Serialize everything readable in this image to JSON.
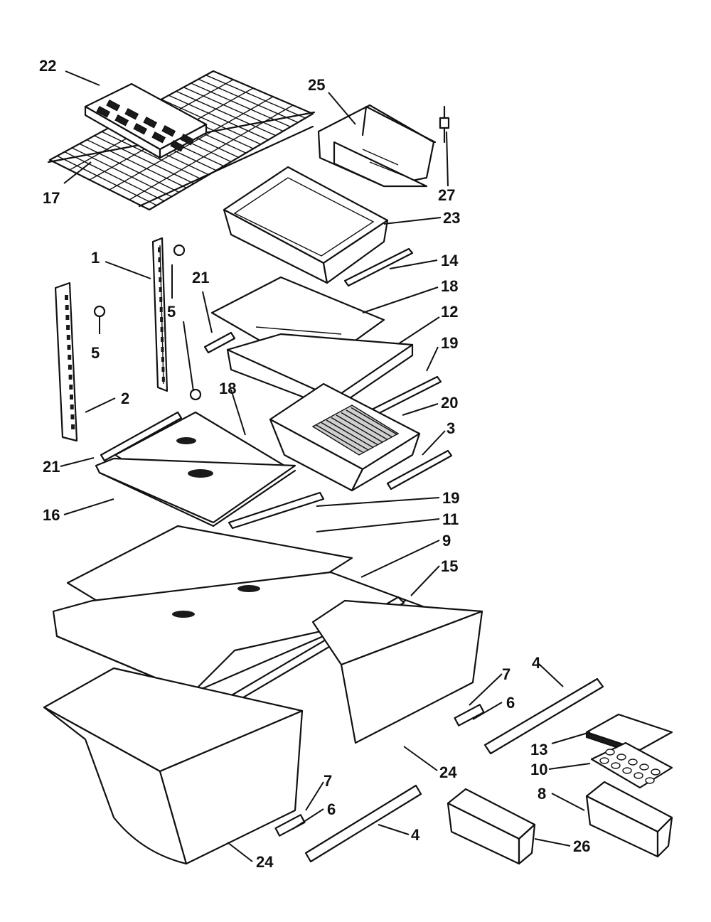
{
  "diagram": {
    "colors": {
      "ink": "#111111",
      "paper": "#ffffff",
      "shade": "#cfcfcf"
    },
    "callouts": [
      {
        "id": "c22",
        "label": "22"
      },
      {
        "id": "c17",
        "label": "17"
      },
      {
        "id": "c25",
        "label": "25"
      },
      {
        "id": "c27",
        "label": "27"
      },
      {
        "id": "c23",
        "label": "23"
      },
      {
        "id": "c14",
        "label": "14"
      },
      {
        "id": "c1",
        "label": "1"
      },
      {
        "id": "c21a",
        "label": "21"
      },
      {
        "id": "c5a",
        "label": "5"
      },
      {
        "id": "c5b",
        "label": "5"
      },
      {
        "id": "c18a",
        "label": "18"
      },
      {
        "id": "c12",
        "label": "12"
      },
      {
        "id": "c19a",
        "label": "19"
      },
      {
        "id": "c2",
        "label": "2"
      },
      {
        "id": "c18b",
        "label": "18"
      },
      {
        "id": "c20",
        "label": "20"
      },
      {
        "id": "c3",
        "label": "3"
      },
      {
        "id": "c21b",
        "label": "21"
      },
      {
        "id": "c16",
        "label": "16"
      },
      {
        "id": "c19b",
        "label": "19"
      },
      {
        "id": "c11",
        "label": "11"
      },
      {
        "id": "c9",
        "label": "9"
      },
      {
        "id": "c15",
        "label": "15"
      },
      {
        "id": "c7a",
        "label": "7"
      },
      {
        "id": "c4a",
        "label": "4"
      },
      {
        "id": "c6a",
        "label": "6"
      },
      {
        "id": "c13",
        "label": "13"
      },
      {
        "id": "c24a",
        "label": "24"
      },
      {
        "id": "c10",
        "label": "10"
      },
      {
        "id": "c8",
        "label": "8"
      },
      {
        "id": "c7b",
        "label": "7"
      },
      {
        "id": "c6b",
        "label": "6"
      },
      {
        "id": "c4b",
        "label": "4"
      },
      {
        "id": "c26",
        "label": "26"
      },
      {
        "id": "c24b",
        "label": "24"
      }
    ]
  }
}
